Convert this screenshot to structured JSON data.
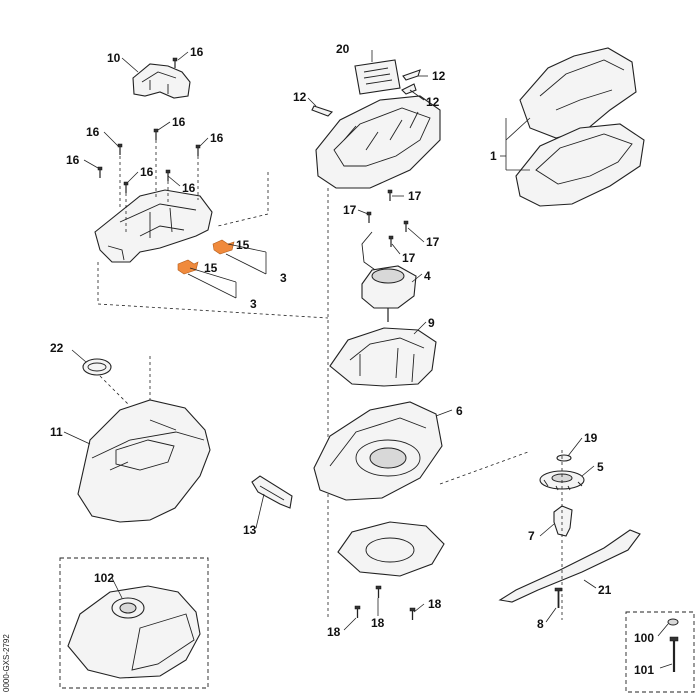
{
  "diagram": {
    "side_code": "0000-GXS-2792",
    "callouts": {
      "c1": "1",
      "c3a": "3",
      "c3b": "3",
      "c4": "4",
      "c5": "5",
      "c6": "6",
      "c7": "7",
      "c8": "8",
      "c9": "9",
      "c10": "10",
      "c11": "11",
      "c12a": "12",
      "c12b": "12",
      "c12c": "12",
      "c13": "13",
      "c15a": "15",
      "c15b": "15",
      "c16a": "16",
      "c16b": "16",
      "c16c": "16",
      "c16d": "16",
      "c16e": "16",
      "c16f": "16",
      "c16g": "16",
      "c17a": "17",
      "c17b": "17",
      "c17c": "17",
      "c17d": "17",
      "c18a": "18",
      "c18b": "18",
      "c18c": "18",
      "c19": "19",
      "c20": "20",
      "c21": "21",
      "c22": "22",
      "c100": "100",
      "c101": "101",
      "c102": "102"
    },
    "colors": {
      "highlight": "#f08a3c",
      "line": "#222222"
    }
  }
}
